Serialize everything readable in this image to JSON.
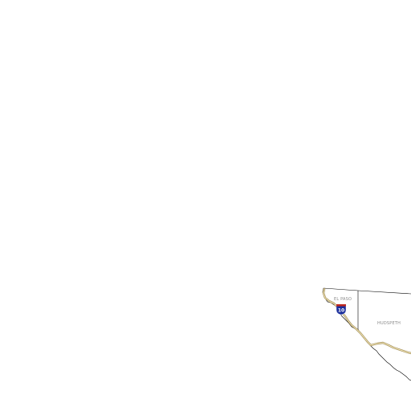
{
  "map": {
    "counties": [
      {
        "id": "el-paso",
        "label": "EL PASO"
      },
      {
        "id": "hudspeth",
        "label": "HUDSPETH"
      }
    ],
    "highway_shield": {
      "route": "10",
      "type": "interstate"
    },
    "colors": {
      "background": "#ffffff",
      "county_border": "#000000",
      "highway_outer": "#a08c5a",
      "highway_inner": "#f3e7b5",
      "shield_blue": "#1b2f9c",
      "shield_red": "#c0281e",
      "label_gray": "#8a8a8a"
    }
  }
}
